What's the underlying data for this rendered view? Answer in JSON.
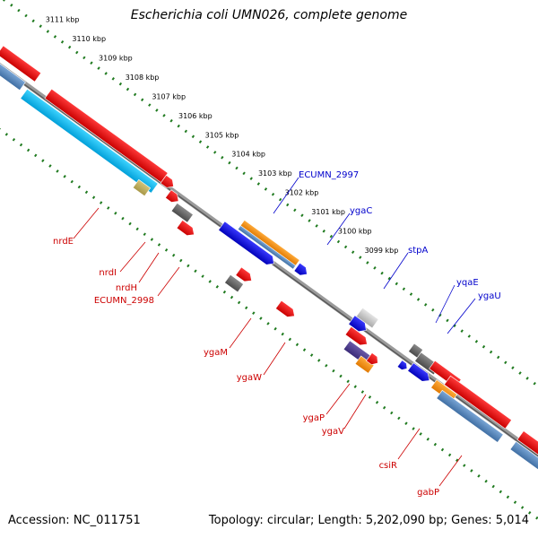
{
  "title": "Escherichia coli UMN026, complete genome",
  "footer": {
    "accession": "Accession: NC_011751",
    "topology": "Topology: circular; Length: 5,202,090 bp; Genes: 5,014"
  },
  "colors": {
    "backbone": "#7a7a7a",
    "tick_dots": "#1f7a1f",
    "plus_label": "#0000cc",
    "minus_label": "#cc0000"
  },
  "ticks": [
    {
      "label": "3111 kbp",
      "value": 3111
    },
    {
      "label": "3110 kbp",
      "value": 3110
    },
    {
      "label": "3109 kbp",
      "value": 3109
    },
    {
      "label": "3108 kbp",
      "value": 3108
    },
    {
      "label": "3107 kbp",
      "value": 3107
    },
    {
      "label": "3106 kbp",
      "value": 3106
    },
    {
      "label": "3105 kbp",
      "value": 3105
    },
    {
      "label": "3104 kbp",
      "value": 3104
    },
    {
      "label": "3103 kbp",
      "value": 3103
    },
    {
      "label": "3102 kbp",
      "value": 3102
    },
    {
      "label": "3101 kbp",
      "value": 3101
    },
    {
      "label": "3100 kbp",
      "value": 3100
    },
    {
      "label": "3099 kbp",
      "value": 3099
    }
  ],
  "labels": [
    {
      "text": "ECUMN_2997",
      "strand": "plus"
    },
    {
      "text": "ygaC",
      "strand": "plus"
    },
    {
      "text": "stpA",
      "strand": "plus"
    },
    {
      "text": "yqaE",
      "strand": "plus"
    },
    {
      "text": "ygaU",
      "strand": "plus"
    },
    {
      "text": "nrdE",
      "strand": "minus"
    },
    {
      "text": "nrdI",
      "strand": "minus"
    },
    {
      "text": "nrdH",
      "strand": "minus"
    },
    {
      "text": "ECUMN_2998",
      "strand": "minus"
    },
    {
      "text": "ygaM",
      "strand": "minus"
    },
    {
      "text": "ygaW",
      "strand": "minus"
    },
    {
      "text": "ygaP",
      "strand": "minus"
    },
    {
      "text": "ygaV",
      "strand": "minus"
    },
    {
      "text": "csiR",
      "strand": "minus"
    },
    {
      "text": "gabP",
      "strand": "minus"
    }
  ]
}
